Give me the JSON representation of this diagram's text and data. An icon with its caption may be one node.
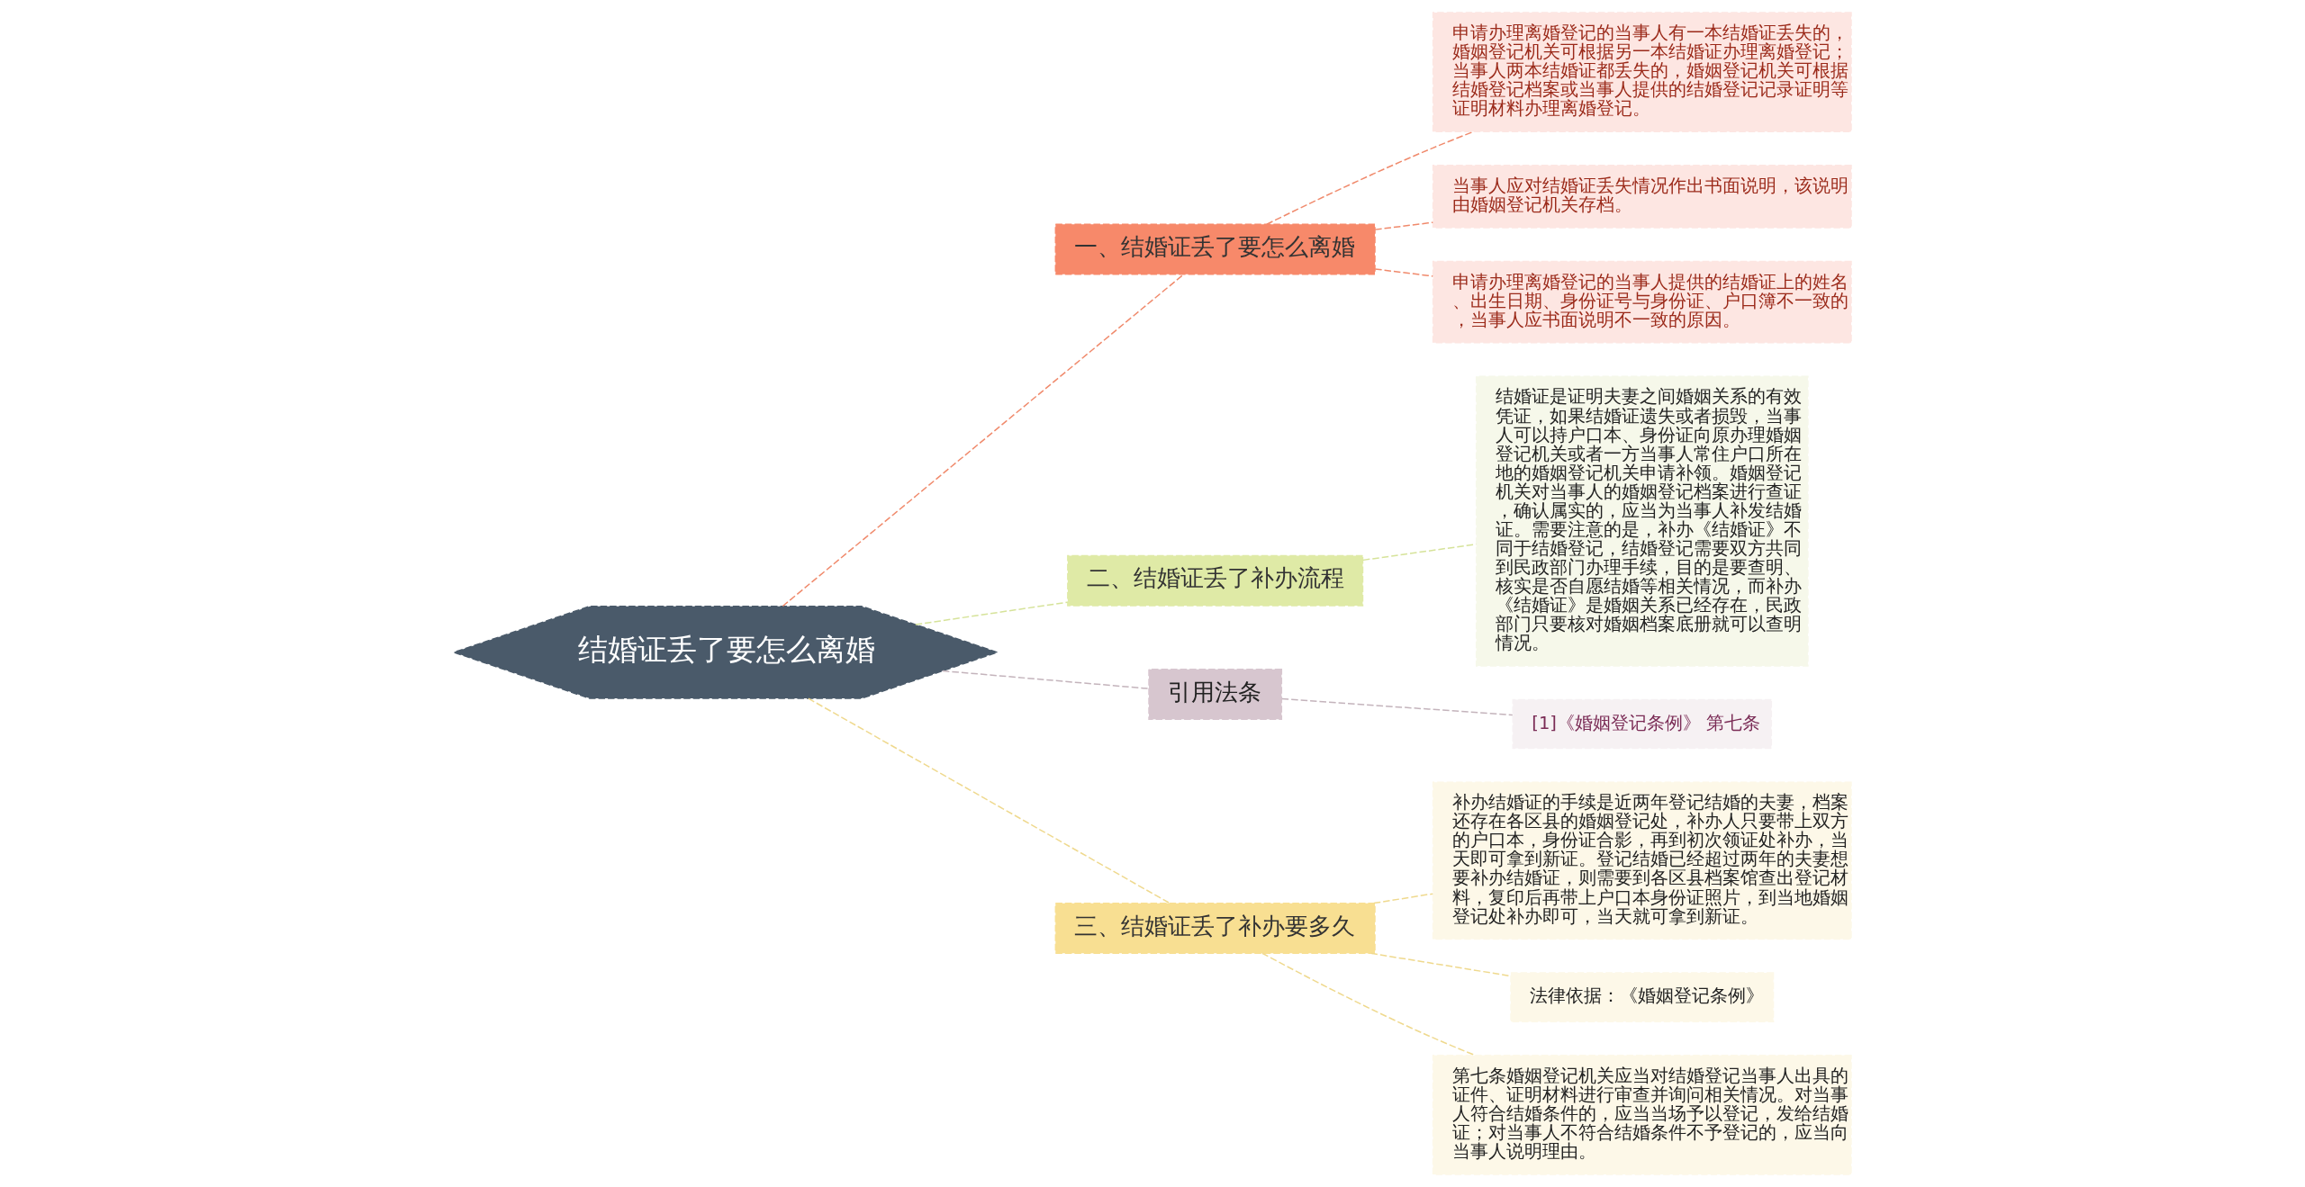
{
  "diagram": {
    "nodes": [
      {
        "text": [
          "结婚证丢了要怎么离婚"
        ]
      },
      {
        "text": [
          "一、结婚证丢了要怎么离婚"
        ]
      },
      {
        "text": [
          "申请办理离婚登记的当事人有一本结婚证丢失的，婚姻登记机关可根据另一本结婚证办理离婚登记；当事人两本结婚证都丢失的，婚姻登记机关可根据结婚登记档案或当事人提供的结婚登记记录证明等证明材料办理离婚登记。"
        ]
      },
      {
        "text": [
          "当事人应对结婚证丢失情况作出书面说明，该说明由婚姻登记机关存档。"
        ]
      },
      {
        "text": [
          "申请办理离婚登记的当事人提供的结婚证上的姓名、出生日期、身份证号与身份证、户口簿不一致的，当事人应书面说明不一致的原因。"
        ]
      },
      {
        "text": [
          "二、结婚证丢了补办流程"
        ]
      },
      {
        "text": [
          "结婚证是证明夫妻之间婚姻关系的有效凭证，如果结婚证遗失或者损毁，当事人可以持户口本、身份证向原办理婚姻登记机关或者一方当事人常住户口所在地的婚姻登记机关申请补领。婚姻登记机关对当事人的婚姻登记档案进行查证，确认属实的，应当为当事人补发结婚证。需要注意的是，补办《结婚证》不同于结婚登记，结婚登记需要双方共同到民政部门办理手续，目的是要查明、核实是否自愿结婚等相关情况，而补办《结婚证》是婚姻关系已经存在，民政部门只要核对婚姻档案底册就可以查明情况。"
        ]
      },
      {
        "text": [
          "引用法条"
        ]
      },
      {
        "text": [
          "[1]《婚姻登记条例》 第七条"
        ]
      },
      {
        "text": [
          "三、结婚证丢了补办要多久"
        ]
      },
      {
        "text": [
          "补办结婚证的手续是近两年登记结婚的夫妻，档案还存在各区县的婚姻登记处，补办人只要带上双方的户口本，身份证合影，再到初次领证处补办，当天即可拿到新证。登记结婚已经超过两年的夫妻想要补办结婚证，则需要到各区县档案馆查出登记材料，复印后再带上户口本身份证照片，到当地婚姻登记处补办即可，当天就可拿到新证。"
        ]
      },
      {
        "text": [
          "法律依据：《婚姻登记条例》"
        ]
      },
      {
        "text": [
          "第七条婚姻登记机关应当对结婚登记当事人出具的证件、证明材料进行审查并询问相关情况。对当事人符合结婚条件的，应当当场予以登记，发给结婚证；对当事人不符合结婚条件不予登记的，应当向当事人说明理由。"
        ]
      }
    ],
    "edges": [
      {
        "from": 0,
        "to": 1,
        "arrow": "none",
        "style": "dashed",
        "color": "#f08a6c"
      },
      {
        "from": 1,
        "to": 2,
        "arrow": "none",
        "style": "dashed",
        "color": "#f08a6c"
      },
      {
        "from": 1,
        "to": 3,
        "arrow": "none",
        "style": "dashed",
        "color": "#f08a6c"
      },
      {
        "from": 1,
        "to": 4,
        "arrow": "none",
        "style": "dashed",
        "color": "#f08a6c"
      },
      {
        "from": 0,
        "to": 5,
        "arrow": "none",
        "style": "dashed",
        "color": "#d6e39a"
      },
      {
        "from": 5,
        "to": 6,
        "arrow": "none",
        "style": "dashed",
        "color": "#d6e39a"
      },
      {
        "from": 0,
        "to": 7,
        "arrow": "none",
        "style": "dashed",
        "color": "#c4b4bc"
      },
      {
        "from": 7,
        "to": 8,
        "arrow": "none",
        "style": "dashed",
        "color": "#c4b4bc"
      },
      {
        "from": 0,
        "to": 9,
        "arrow": "none",
        "style": "dashed",
        "color": "#efd98e"
      },
      {
        "from": 9,
        "to": 10,
        "arrow": "none",
        "style": "dashed",
        "color": "#efd98e"
      },
      {
        "from": 9,
        "to": 11,
        "arrow": "none",
        "style": "dashed",
        "color": "#efd98e"
      },
      {
        "from": 9,
        "to": 12,
        "arrow": "none",
        "style": "dashed",
        "color": "#efd98e"
      }
    ]
  }
}
